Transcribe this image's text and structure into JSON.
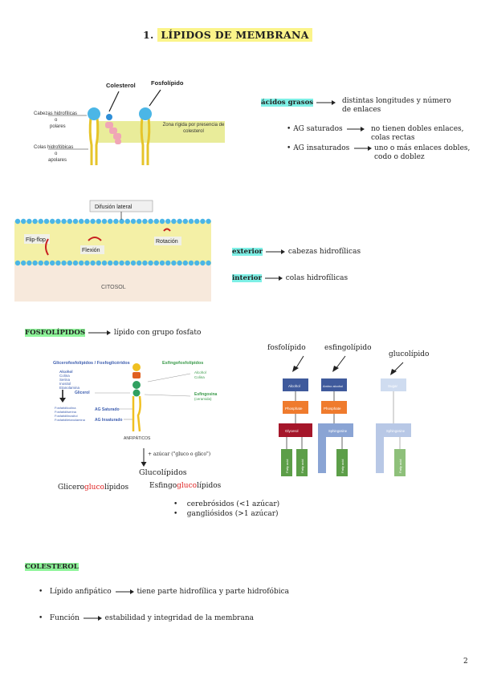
{
  "title": {
    "number": "1.",
    "text": "LÍPIDOS DE MEMBRANA"
  },
  "fig1": {
    "colesterol": "Colesterol",
    "fosfolipido": "Fosfolípido",
    "cabezas": "Cabezas hidrofílicas",
    "o1": "o",
    "polares": "polares",
    "colas": "Colas hidrofóbicas",
    "o2": "o",
    "apolares": "apolares",
    "zona": "Zona rígida por presencia de colesterol"
  },
  "acidos": {
    "label": "ácidos grasos",
    "desc_line1": "distintas longitudes y número",
    "desc_line2": "de enlaces",
    "saturados_label": "AG saturados",
    "saturados_desc1": "no tienen dobles enlaces,",
    "saturados_desc2": "colas rectas",
    "insaturados_label": "AG insaturados",
    "insaturados_desc1": "uno o más enlaces dobles,",
    "insaturados_desc2": "codo o doblez"
  },
  "fig2": {
    "difusion": "Difusión lateral",
    "flipflop": "Flip-flop",
    "flexion": "Flexión",
    "rotacion": "Rotación",
    "citosol": "CITOSOL"
  },
  "exterior": {
    "label": "exterior",
    "desc": "cabezas hidrofílicas"
  },
  "interior": {
    "label": "interior",
    "desc": "colas hidrofílicas"
  },
  "fosfo": {
    "label": "FOSFOLÍPIDOS",
    "desc": "lípido con grupo fosfato"
  },
  "fig3": {
    "glicero_title": "Glicerofosfolípidos / Fosfoglicéridos",
    "esfingo_title": "Esfingofosfolípidos",
    "alcohol_list": [
      "Alcohol",
      "Colina",
      "Serina",
      "Inositol",
      "Etanolamina"
    ],
    "glicerol": "Glicerol",
    "derivados": [
      "Fosfatidilcolina",
      "Fosfatidilserina",
      "Fosfatidilinositol",
      "Fosfatidiletanolamina"
    ],
    "ag_saturado": "AG Saturado",
    "ag_insaturado": "AG Insaturado",
    "alcohol_r": "Alcohol",
    "colina_r": "Colina",
    "esfingosina": "Esfingosina",
    "ceramida": "(ceramida)",
    "anfipaticos": "ANFIPÁTICOS"
  },
  "azucar": "+ azúcar (\"gluco o glico\")",
  "glucolipidos": "Glucolípidos",
  "glicero": {
    "pre": "Glicero",
    "mid": "gluco",
    "post": "lípidos"
  },
  "esfingo": {
    "pre": "Esfingo",
    "mid": "gluco",
    "post": "lípidos"
  },
  "subtypes": [
    "cerebrósidos (<1 azúcar)",
    "gangliósidos (>1 azúcar)"
  ],
  "fig4": {
    "fosfolipido": "fosfolípido",
    "esfingolipido": "esfingolípido",
    "glucolipido": "glucolípido",
    "alcohol": "Alcohol",
    "amino_alcohol": "Amino alcohol",
    "sugar": "Sugar",
    "phosphate": "Phosphate",
    "glycerol": "Glycerol",
    "sphingosine": "Sphingosine",
    "fatty_acid": "Fatty acid"
  },
  "colesterol": {
    "label": "COLESTEROL",
    "item1_label": "Lípido anfipático",
    "item1_desc": "tiene parte hidrofílica y parte hidrofóbica",
    "item2_label": "Función",
    "item2_desc": "estabilidad y integridad de la membrana"
  },
  "page_number": "2",
  "colors": {
    "title_highlight": "#fbf48a",
    "cyan_highlight": "#7ef0e6",
    "green_highlight": "#8ff59a",
    "red_text": "#e02020"
  }
}
